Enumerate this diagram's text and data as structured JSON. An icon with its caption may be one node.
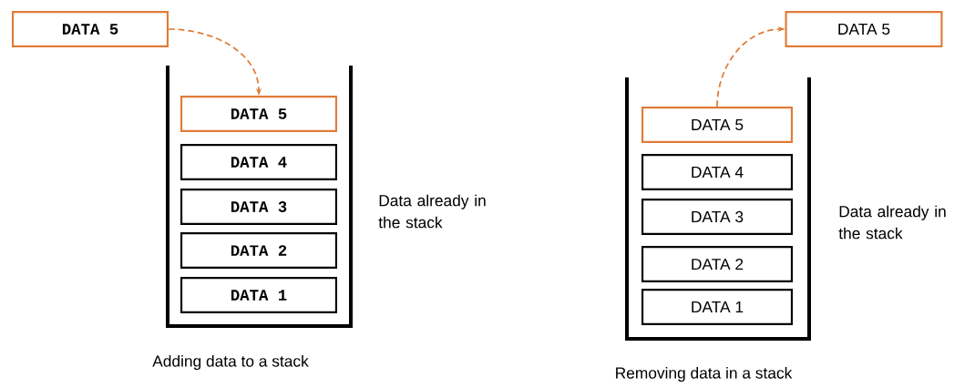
{
  "diagram": {
    "nodes": [
      {
        "text": [
          "DATA 5"
        ]
      },
      {
        "text": [],
        "shape": "container"
      },
      {
        "text": [
          "DATA 5"
        ],
        "in": 1
      },
      {
        "text": [
          "DATA 4"
        ],
        "in": 1
      },
      {
        "text": [
          "DATA 3"
        ],
        "in": 1
      },
      {
        "text": [
          "DATA 2"
        ],
        "in": 1
      },
      {
        "text": [
          "DATA 1"
        ],
        "in": 1
      },
      {
        "text": [
          "DATA 5"
        ]
      },
      {
        "text": [],
        "shape": "container"
      },
      {
        "text": [
          "DATA 5"
        ],
        "in": 8
      },
      {
        "text": [
          "DATA 4"
        ],
        "in": 8
      },
      {
        "text": [
          "DATA 3"
        ],
        "in": 8
      },
      {
        "text": [
          "DATA 2"
        ],
        "in": 8
      },
      {
        "text": [
          "DATA 1"
        ],
        "in": 8
      }
    ],
    "edges": [
      {
        "from": 0,
        "to": 2,
        "arrow": "to",
        "style": "dashed",
        "color": "#e07b39"
      },
      {
        "from": 9,
        "to": 7,
        "arrow": "to",
        "style": "dashed",
        "color": "#e07b39"
      }
    ],
    "labels": [
      "Data already in the stack",
      "Adding data to a stack",
      "Data already in the stack",
      "Removing data in a stack"
    ]
  }
}
